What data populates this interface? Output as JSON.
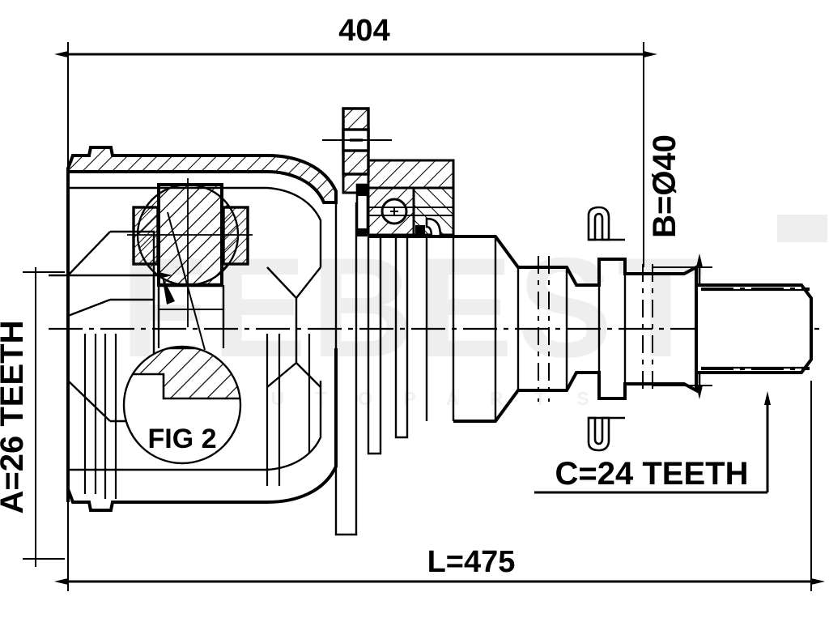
{
  "document": {
    "type": "technical-drawing",
    "subject": "CV joint drive shaft assembly cross-section",
    "background_color": "#ffffff",
    "line_color": "#000000"
  },
  "watermark": {
    "brand": "FEBEST",
    "tagline": "A U T O   P A R T S",
    "color": "#ededed"
  },
  "dimensions": {
    "overall_top": "404",
    "overall_length": "L=475",
    "inner_spline": "A=26 TEETH",
    "shaft_diameter": "B=Ø40",
    "outer_spline": "C=24 TEETH"
  },
  "details": {
    "fig2_label": "FIG 2"
  },
  "labels": [
    {
      "id": "dim-404",
      "text": "404",
      "rotation": 0
    },
    {
      "id": "dim-L475",
      "text": "L=475",
      "rotation": 0
    },
    {
      "id": "dim-A26",
      "text": "A=26 TEETH",
      "rotation": -90
    },
    {
      "id": "dim-B40",
      "text": "B=Ø40",
      "rotation": -90
    },
    {
      "id": "dim-C24",
      "text": "C=24 TEETH",
      "rotation": 0
    },
    {
      "id": "fig2",
      "text": "FIG 2",
      "rotation": 0
    }
  ]
}
